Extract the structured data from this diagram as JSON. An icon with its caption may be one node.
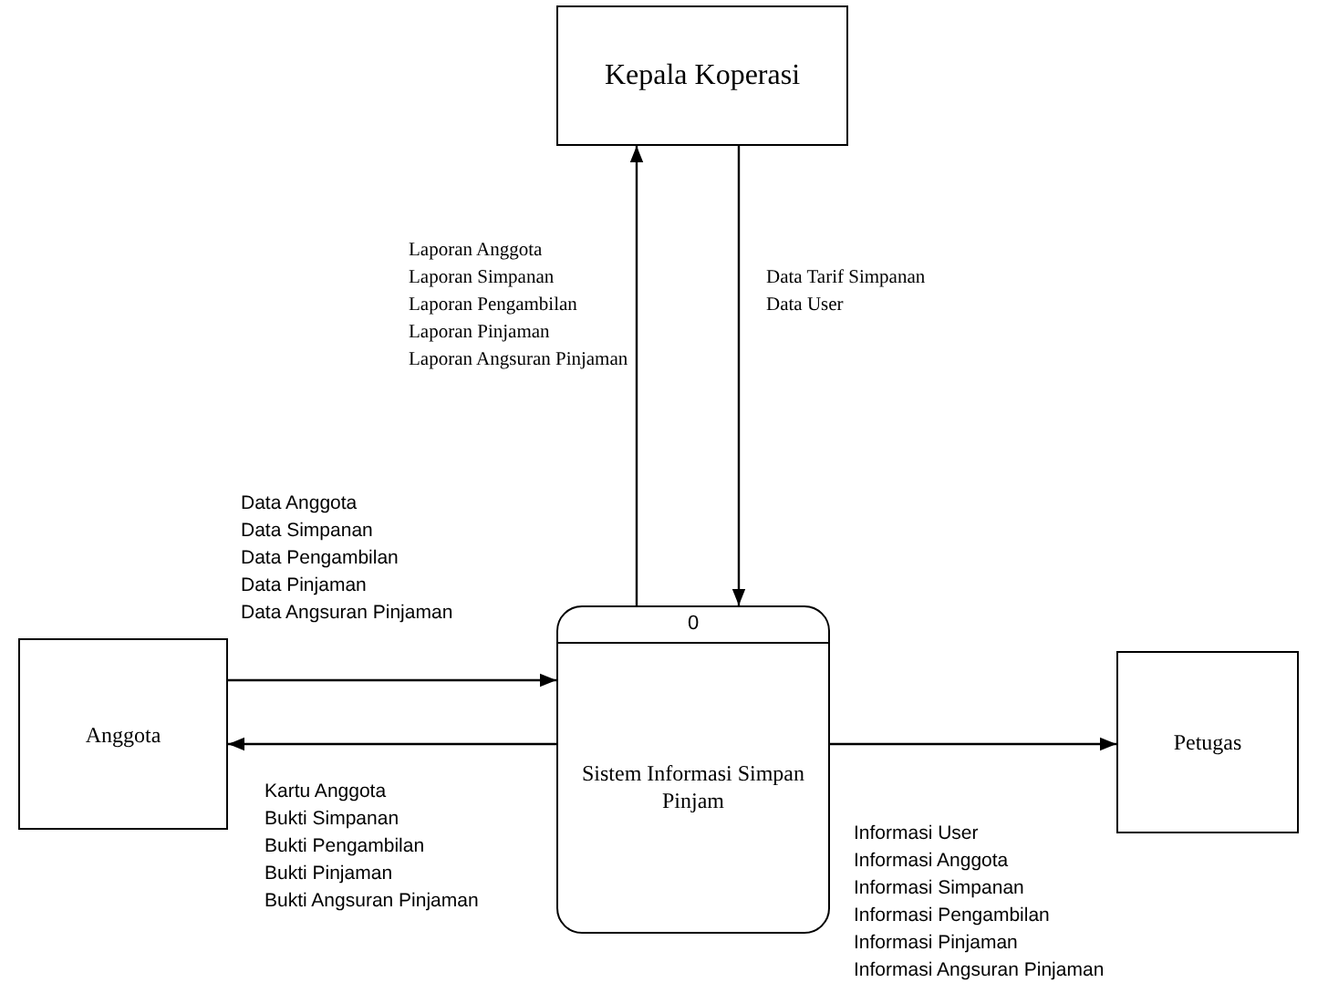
{
  "diagram": {
    "nodes": [
      {
        "text": [
          "Kepala Koperasi"
        ]
      },
      {
        "text": [
          "Anggota"
        ]
      },
      {
        "text": [
          "0",
          "Sistem Informasi Simpan Pinjam"
        ]
      },
      {
        "text": [
          "Petugas"
        ]
      }
    ],
    "edges": [
      {
        "from": 2,
        "to": 0,
        "arrow": "to",
        "label": "Laporan Anggota\nLaporan Simpanan\nLaporan Pengambilan\nLaporan Pinjaman\nLaporan Angsuran Pinjaman"
      },
      {
        "from": 0,
        "to": 2,
        "arrow": "to",
        "label": "Data Tarif Simpanan\nData User"
      },
      {
        "from": 1,
        "to": 2,
        "arrow": "to",
        "label": "Data Anggota\nData Simpanan\nData Pengambilan\nData Pinjaman\nData Angsuran Pinjaman"
      },
      {
        "from": 2,
        "to": 1,
        "arrow": "to",
        "label": "Kartu Anggota\nBukti Simpanan\nBukti Pengambilan\nBukti Pinjaman\nBukti Angsuran Pinjaman"
      },
      {
        "from": 2,
        "to": 3,
        "arrow": "to",
        "label": "Informasi User\nInformasi Anggota\nInformasi Simpanan\nInformasi Pengambilan\nInformasi Pinjaman\nInformasi Angsuran Pinjaman"
      }
    ]
  }
}
